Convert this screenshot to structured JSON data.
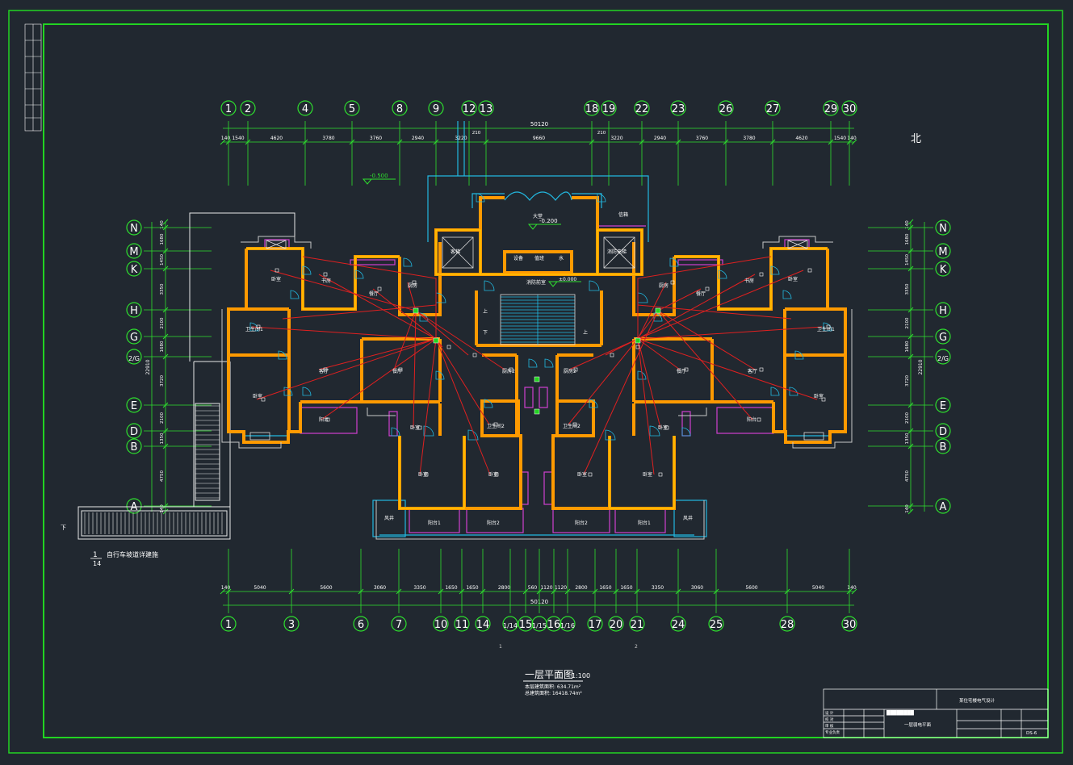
{
  "drawing": {
    "title": "一层平面图",
    "scale": "1:100",
    "area_line1": "本层建筑面积: 634.71m²",
    "area_line2": "总建筑面积: 16418.74m²",
    "north": "北",
    "ramp_note": "自行车坡道详建施",
    "ramp_ref_top": "1",
    "ramp_ref_bottom": "14",
    "down_mark": "下",
    "page_mark_1": "1",
    "page_mark_2": "2"
  },
  "elevations": {
    "outer": "-0.500",
    "lobby": "-0.200",
    "floor": "±0.000"
  },
  "top_axes": [
    "1",
    "2",
    "4",
    "5",
    "8",
    "9",
    "12",
    "13",
    "18",
    "19",
    "22",
    "23",
    "26",
    "27",
    "29",
    "30"
  ],
  "top_dims": [
    "140",
    "1540",
    "4620",
    "3780",
    "3760",
    "2940",
    "3220",
    "9660",
    "3220",
    "2940",
    "3760",
    "3780",
    "4620",
    "1540",
    "140"
  ],
  "top_total": "50120",
  "top_small": [
    "210",
    "210"
  ],
  "bottom_axes": [
    "1",
    "3",
    "6",
    "7",
    "10",
    "11",
    "14",
    "1/14",
    "15",
    "1/15",
    "16",
    "1/16",
    "17",
    "20",
    "21",
    "24",
    "25",
    "28",
    "30"
  ],
  "bottom_dims": [
    "140",
    "5040",
    "5600",
    "3060",
    "3350",
    "1650",
    "1650",
    "2800",
    "560",
    "1120",
    "1120",
    "2800",
    "1650",
    "1650",
    "3350",
    "3060",
    "5600",
    "5040",
    "140"
  ],
  "bottom_total": "50120",
  "left_axes": [
    "N",
    "M",
    "K",
    "H",
    "G",
    "2/G",
    "E",
    "D",
    "B",
    "A"
  ],
  "right_axes": [
    "N",
    "M",
    "K",
    "H",
    "G",
    "2/G",
    "E",
    "D",
    "B",
    "A"
  ],
  "side_dims": [
    "140",
    "1680",
    "1450",
    "3350",
    "2100",
    "1680",
    "3720",
    "2100",
    "1350",
    "4750",
    "140"
  ],
  "side_total": "22910",
  "rooms": {
    "lobby": "大堂",
    "elevator_l": "客梯",
    "elevator_r": "消防电梯",
    "fire_room": "消防前室",
    "equip": "设备",
    "duty": "值班",
    "water": "水",
    "stair_up": "上",
    "stair_down": "下",
    "mailbox": "信箱",
    "bed_tl": "卧室",
    "study_l": "书房",
    "kitchen_l": "厨房",
    "bath_l": "卫生间1",
    "living_l": "客厅",
    "dining_l": "餐厅",
    "bed_l": "卧室",
    "balcony_l": "阳台",
    "bed_tr": "卧室",
    "study_r": "书房",
    "kitchen_r": "厨房",
    "bath_r": "卫生间1",
    "living_r": "客厅",
    "dining_r": "餐厅",
    "bed_r": "卧室",
    "balcony_r": "阳台",
    "kitchen_cl": "厨房2",
    "kitchen_cr": "厨房2",
    "bath_cl": "卫生间2",
    "bath_cr": "卫生间2",
    "bed_c1": "卧室",
    "bed_c2": "卧室",
    "bed_c3": "卧室",
    "bed_c4": "卧室",
    "bed_c5": "卧室",
    "bed_c6": "卧室",
    "balc_c1": "阳台1",
    "balc_c2": "阳台2",
    "balc_c3": "阳台2",
    "balc_c4": "阳台1",
    "fan_l": "风井",
    "fan_r": "风井"
  },
  "title_block": {
    "project": "某住宅楼电气设计",
    "sheet_title": "一层弱电平面",
    "sheet_no": "DS-6",
    "row_labels": [
      "设 计",
      "校 对",
      "审 核",
      "专业负责"
    ],
    "company": "████████"
  },
  "colors": {
    "background": "#212830",
    "border": "#22d422",
    "axis": "#2ee02e",
    "wall": "#ff9a00",
    "wall_core": "#ffd400",
    "window": "#22b8e0",
    "wiring": "#e02020",
    "fixture": "#d040d0",
    "text": "#ffffff"
  }
}
